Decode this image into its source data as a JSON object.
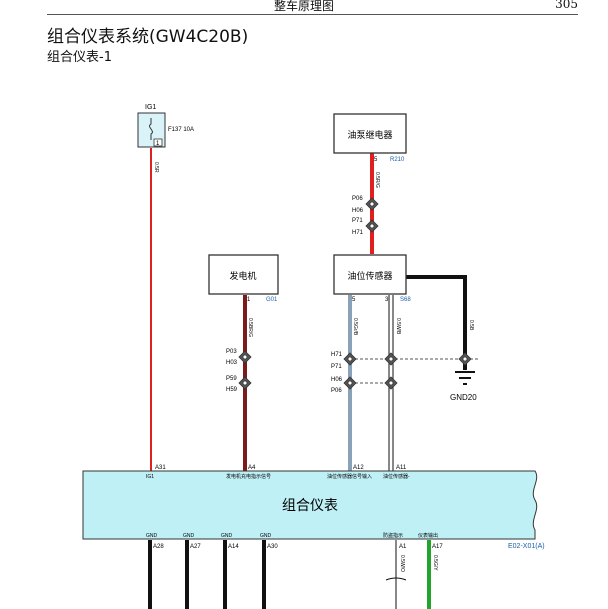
{
  "header": {
    "title": "整车原理图",
    "page": "305"
  },
  "title": "组合仪表系统(GW4C20B)",
  "subtitle": "组合仪表-1",
  "colors": {
    "red": "#e0201e",
    "brown": "#7a1c1c",
    "grey_blue": "#8aa2b8",
    "black": "#111111",
    "green": "#22a52a",
    "cluster_fill": "#bff0f6",
    "connector_fill": "#d9f3f8"
  },
  "components": {
    "ig1": {
      "label": "IG1",
      "fuse": "F137 10A",
      "pin": "1",
      "wire": "0.5R"
    },
    "fuel_pump_relay": {
      "label": "油泵继电器",
      "pin": "5",
      "connector": "R210",
      "wire": "0.5R/G"
    },
    "generator": {
      "label": "发电机",
      "pin": "1",
      "connector": "G01",
      "wire": "0.5BR/G"
    },
    "fuel_level_sensor": {
      "label": "油位传感器",
      "pin_left": "5",
      "pin_right": "3",
      "connector": "S68",
      "wire_left": "0.5Gr/B",
      "wire_right": "0.5W/B",
      "ground_wire": "0.5B"
    },
    "ground": {
      "label": "GND20"
    },
    "cluster": {
      "label": "组合仪表",
      "connector": "E02-X01(A)"
    }
  },
  "splices": {
    "relay_top": [
      "P06",
      "H06"
    ],
    "relay_bottom": [
      "P71",
      "H71"
    ],
    "gen_top": [
      "P03",
      "H03"
    ],
    "gen_bottom": [
      "P59",
      "H59"
    ],
    "sensor_top": [
      "H71",
      "P71"
    ],
    "sensor_bottom": [
      "H06",
      "P06"
    ]
  },
  "cluster_top_pins": [
    {
      "pin": "A31",
      "caption": "IG1"
    },
    {
      "pin": "A4",
      "caption": "发电机充电指示信号"
    },
    {
      "pin": "A12",
      "caption": "油位传感器信号输入"
    },
    {
      "pin": "A11",
      "caption": "油位传感器-"
    }
  ],
  "cluster_bottom_pins": [
    {
      "pin": "A28",
      "caption": "GND"
    },
    {
      "pin": "A27",
      "caption": "GND"
    },
    {
      "pin": "A14",
      "caption": "GND"
    },
    {
      "pin": "A30",
      "caption": "GND"
    },
    {
      "pin": "A1",
      "caption": "防盗指示",
      "wire": "0.5W/O"
    },
    {
      "pin": "A17",
      "caption": "仪表输出",
      "wire": "0.5G/Y"
    }
  ]
}
